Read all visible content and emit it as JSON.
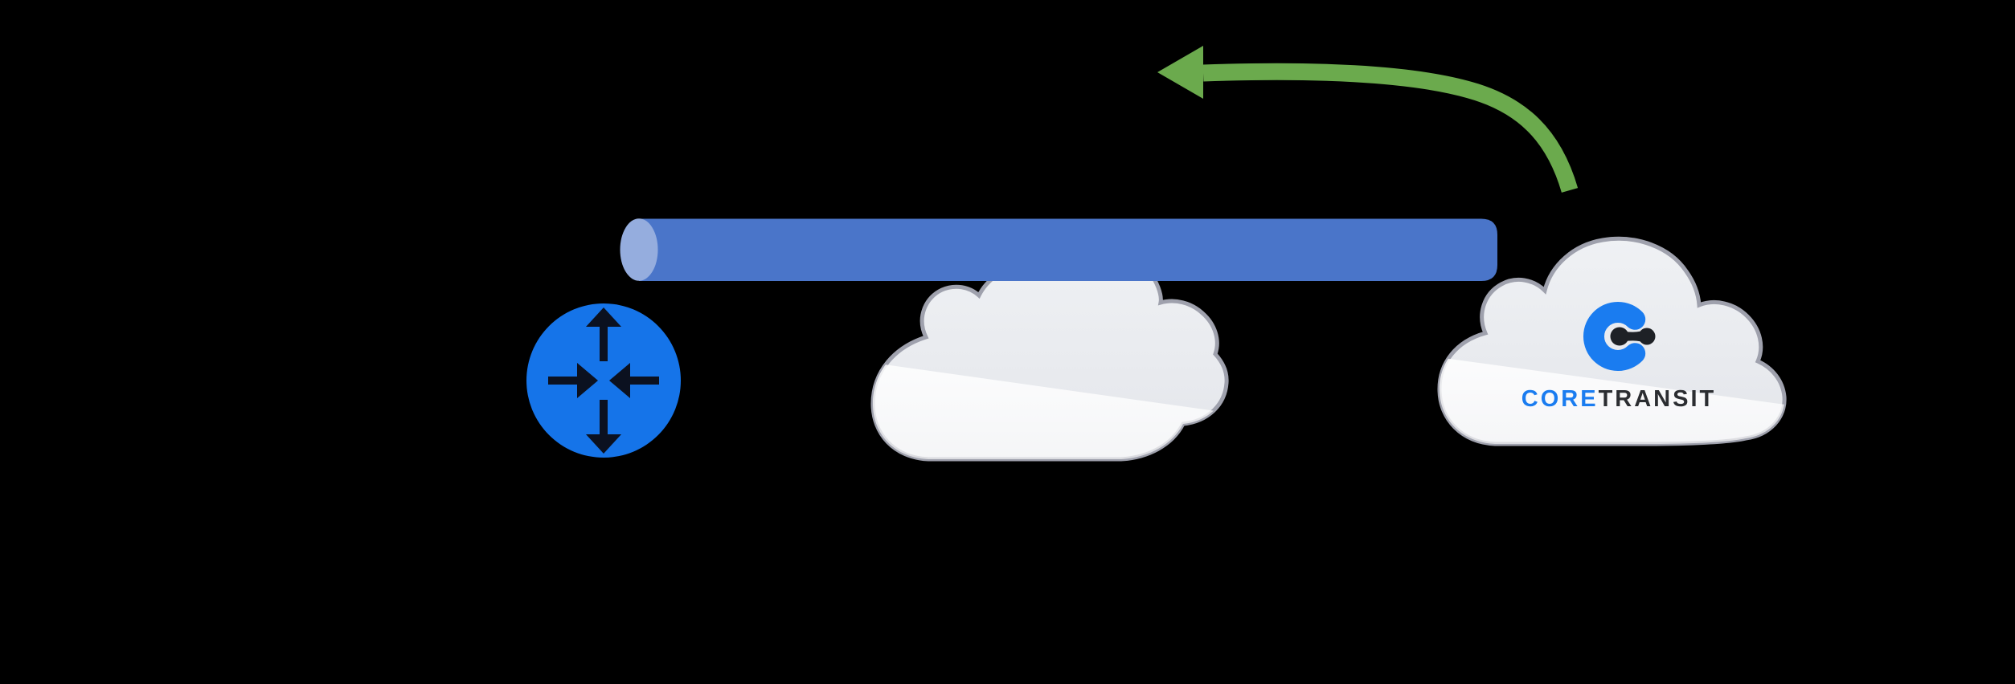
{
  "diagram": {
    "background_color": "#000000",
    "icons": {
      "router-icon": "circle-with-four-arrows",
      "curved-return-arrow-icon": "green-arc-arrow-pointing-left",
      "internet-cloud-icon": "glossy-cloud-shape",
      "coretransit-cloud-icon": "glossy-cloud-shape-with-logo",
      "logo-link-icon": "two-dots-connected-by-bar",
      "logo-c-mark-icon": "thick-open-letter-c"
    },
    "arrow": {
      "color": "#6BAA4D"
    },
    "pipe": {
      "body_color": "#4A75C9",
      "cap_color": "#95ADDE"
    },
    "router": {
      "circle_color": "#1574E9",
      "arrow_color": "#0B1120"
    },
    "internet_cloud": {
      "border_color": "#9FA1AD"
    },
    "coretransit_cloud": {
      "border_color": "#9FA1AD",
      "logo": {
        "mark_color": "#1A7CF0",
        "link_color": "#1E2126",
        "core_text": "CORE",
        "transit_text": "TRANSIT",
        "core_color": "#1A7CF0",
        "transit_color": "#2B2D31"
      }
    }
  }
}
